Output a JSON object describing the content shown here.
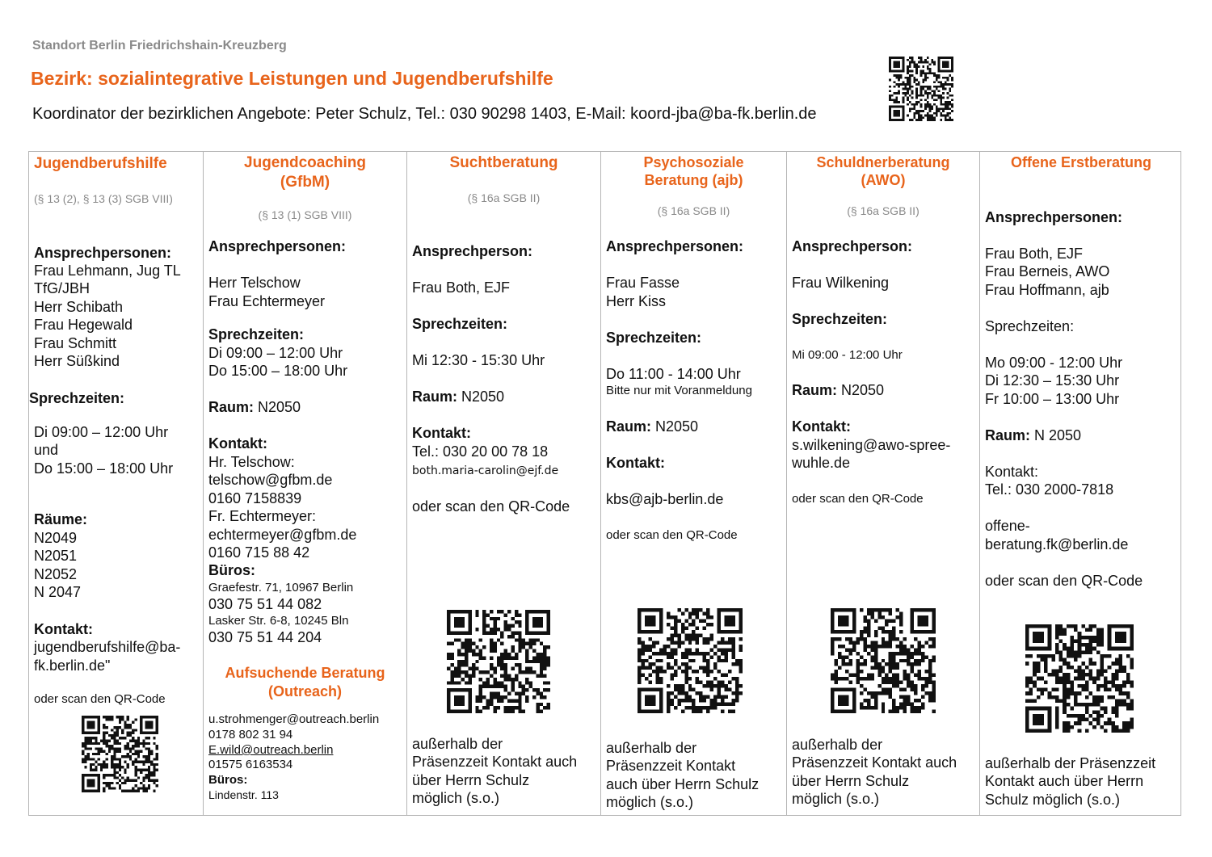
{
  "header": {
    "location": "Standort Berlin Friedrichshain-Kreuzberg",
    "title": "Bezirk: sozialintegrative Leistungen und Jugendberufshilfe",
    "coordinator": "Koordinator der bezirklichen Angebote: Peter Schulz, Tel.: 030 90298 1403, E-Mail: koord-jba@ba-fk.berlin.de"
  },
  "qr_icon": "qr-code",
  "colors": {
    "accent": "#e8641b",
    "muted": "#8a8a8a",
    "border": "#b5b5b5"
  },
  "columns": [
    {
      "title": "Jugendberufshilfe",
      "law": "(§ 13 (2), § 13 (3) SGB VIII)",
      "contacts_label": "Ansprechpersonen:",
      "contacts": [
        "Frau Lehmann, Jug TL",
        "TfG/JBH",
        "Herr Schibath",
        "Frau Hegewald",
        "Frau Schmitt",
        "Herr Süßkind"
      ],
      "hours_label": "Sprechzeiten:",
      "hours": [
        "Di   09:00 – 12:00 Uhr",
        "und",
        "Do  15:00 – 18:00 Uhr"
      ],
      "rooms_label": "Räume:",
      "rooms": [
        "N2049",
        "N2051",
        "N2052",
        "N 2047"
      ],
      "contact_label": "Kontakt:",
      "contact": [
        "jugendberufshilfe@ba-",
        "fk.berlin.de\""
      ],
      "scan": "oder scan den QR-Code"
    },
    {
      "title_1": "Jugendcoaching",
      "title_2": "(GfbM)",
      "law": "(§ 13 (1) SGB VIII)",
      "contacts_label": "Ansprechpersonen:",
      "contacts": [
        "Herr Telschow",
        "Frau Echtermeyer"
      ],
      "hours_label": "Sprechzeiten:",
      "hours": [
        "Di   09:00 – 12:00 Uhr",
        "Do  15:00 – 18:00 Uhr"
      ],
      "room_label": "Raum:",
      "room": " N2050",
      "contact_label": "Kontakt:",
      "contact": [
        "Hr. Telschow:",
        "telschow@gfbm.de",
        "0160 7158839",
        "Fr. Echtermeyer:",
        "echtermeyer@gfbm.de",
        "0160 715 88 42"
      ],
      "offices_label": "Büros:",
      "office_1": "Graefestr. 71, 10967 Berlin",
      "office_1_phone": "030 75 51 44 082",
      "office_2": "Lasker Str. 6-8, 10245 Bln",
      "office_2_phone": "030 75 51 44 204",
      "outreach_title_1": "Aufsuchende Beratung",
      "outreach_title_2": "(Outreach)",
      "outreach": [
        "u.strohmenger@outreach.berlin",
        "0178 802 31 94"
      ],
      "outreach_link": "E.wild@outreach.berlin",
      "outreach_phone": "01575 6163534",
      "outreach_offices_label": "Büros:",
      "outreach_office": "Lindenstr. 113"
    },
    {
      "title": "Suchtberatung",
      "law": "(§ 16a SGB II)",
      "contacts_label": "Ansprechperson:",
      "contacts": [
        "Frau Both, EJF"
      ],
      "hours_label": "Sprechzeiten:",
      "hours": [
        "Mi  12:30 - 15:30 Uhr"
      ],
      "room_label": "Raum:",
      "room": " N2050",
      "contact_label": "Kontakt:",
      "contact_phone": "Tel.: 030 20 00 78 18",
      "contact_email": "both.maria-carolin@ejf.de",
      "scan": "oder scan den QR-Code",
      "note": [
        "außerhalb der",
        "Präsenzzeit Kontakt auch",
        "über Herrn Schulz",
        "möglich (s.o.)"
      ]
    },
    {
      "title_1": "Psychosoziale",
      "title_2": "Beratung (ajb)",
      "law": "(§ 16a SGB II)",
      "contacts_label": "Ansprechpersonen:",
      "contacts": [
        "Frau Fasse",
        "Herr Kiss"
      ],
      "hours_label": "Sprechzeiten:",
      "hours": "Do 11:00 - 14:00 Uhr",
      "hours_note": "Bitte nur mit Voranmeldung",
      "room_label": "Raum:",
      "room": " N2050",
      "contact_label": "Kontakt:",
      "contact": "kbs@ajb-berlin.de",
      "scan": "oder scan den QR-Code",
      "note": [
        "außerhalb der",
        "Präsenzzeit Kontakt",
        "auch über Herrn Schulz",
        "möglich (s.o.)"
      ]
    },
    {
      "title_1": "Schuldnerberatung",
      "title_2": "(AWO)",
      "law": "(§ 16a SGB II)",
      "contacts_label": "Ansprechperson:",
      "contacts": [
        "Frau Wilkening"
      ],
      "hours_label": "Sprechzeiten:",
      "hours": "Mi 09:00 - 12:00 Uhr",
      "room_label": "Raum:",
      "room": " N2050",
      "contact_label": "Kontakt:",
      "contact": [
        "s.wilkening@awo-spree-",
        "wuhle.de"
      ],
      "scan": "oder scan den QR-Code",
      "note": [
        "außerhalb der",
        "Präsenzzeit Kontakt auch",
        "über Herrn Schulz",
        "möglich (s.o.)"
      ]
    },
    {
      "title": "Offene Erstberatung",
      "contacts_label": "Ansprechpersonen:",
      "contacts": [
        "Frau Both, EJF",
        "Frau Berneis, AWO",
        "Frau Hoffmann, ajb"
      ],
      "hours_label": "Sprechzeiten:",
      "hours": [
        "Mo 09:00 - 12:00 Uhr",
        "Di 12:30 – 15:30 Uhr",
        "Fr 10:00 – 13:00 Uhr"
      ],
      "room_label": "Raum:",
      "room": " N 2050",
      "contact_label": "Kontakt:",
      "contact": [
        "Tel.: 030 2000-7818"
      ],
      "email": [
        "offene-",
        "beratung.fk@berlin.de"
      ],
      "scan": "oder scan den QR-Code",
      "note": [
        "außerhalb der Präsenzzeit",
        "Kontakt auch über Herrn",
        "Schulz möglich (s.o.)"
      ]
    }
  ]
}
